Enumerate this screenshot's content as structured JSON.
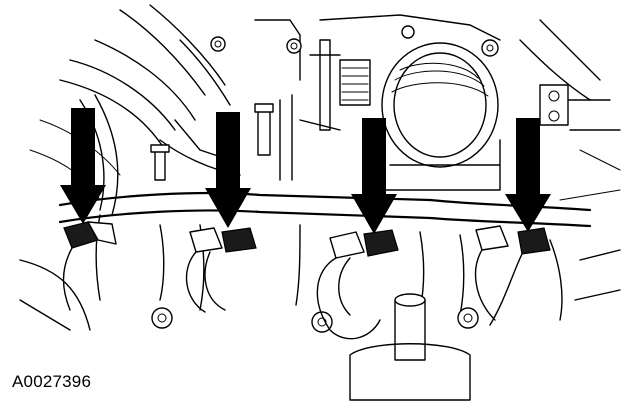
{
  "figure": {
    "id_label": "A0027396",
    "background": "#ffffff",
    "ink": "#000000"
  },
  "callouts": {
    "arrow_count": 4,
    "style": "solid-black-downward-arrow"
  }
}
